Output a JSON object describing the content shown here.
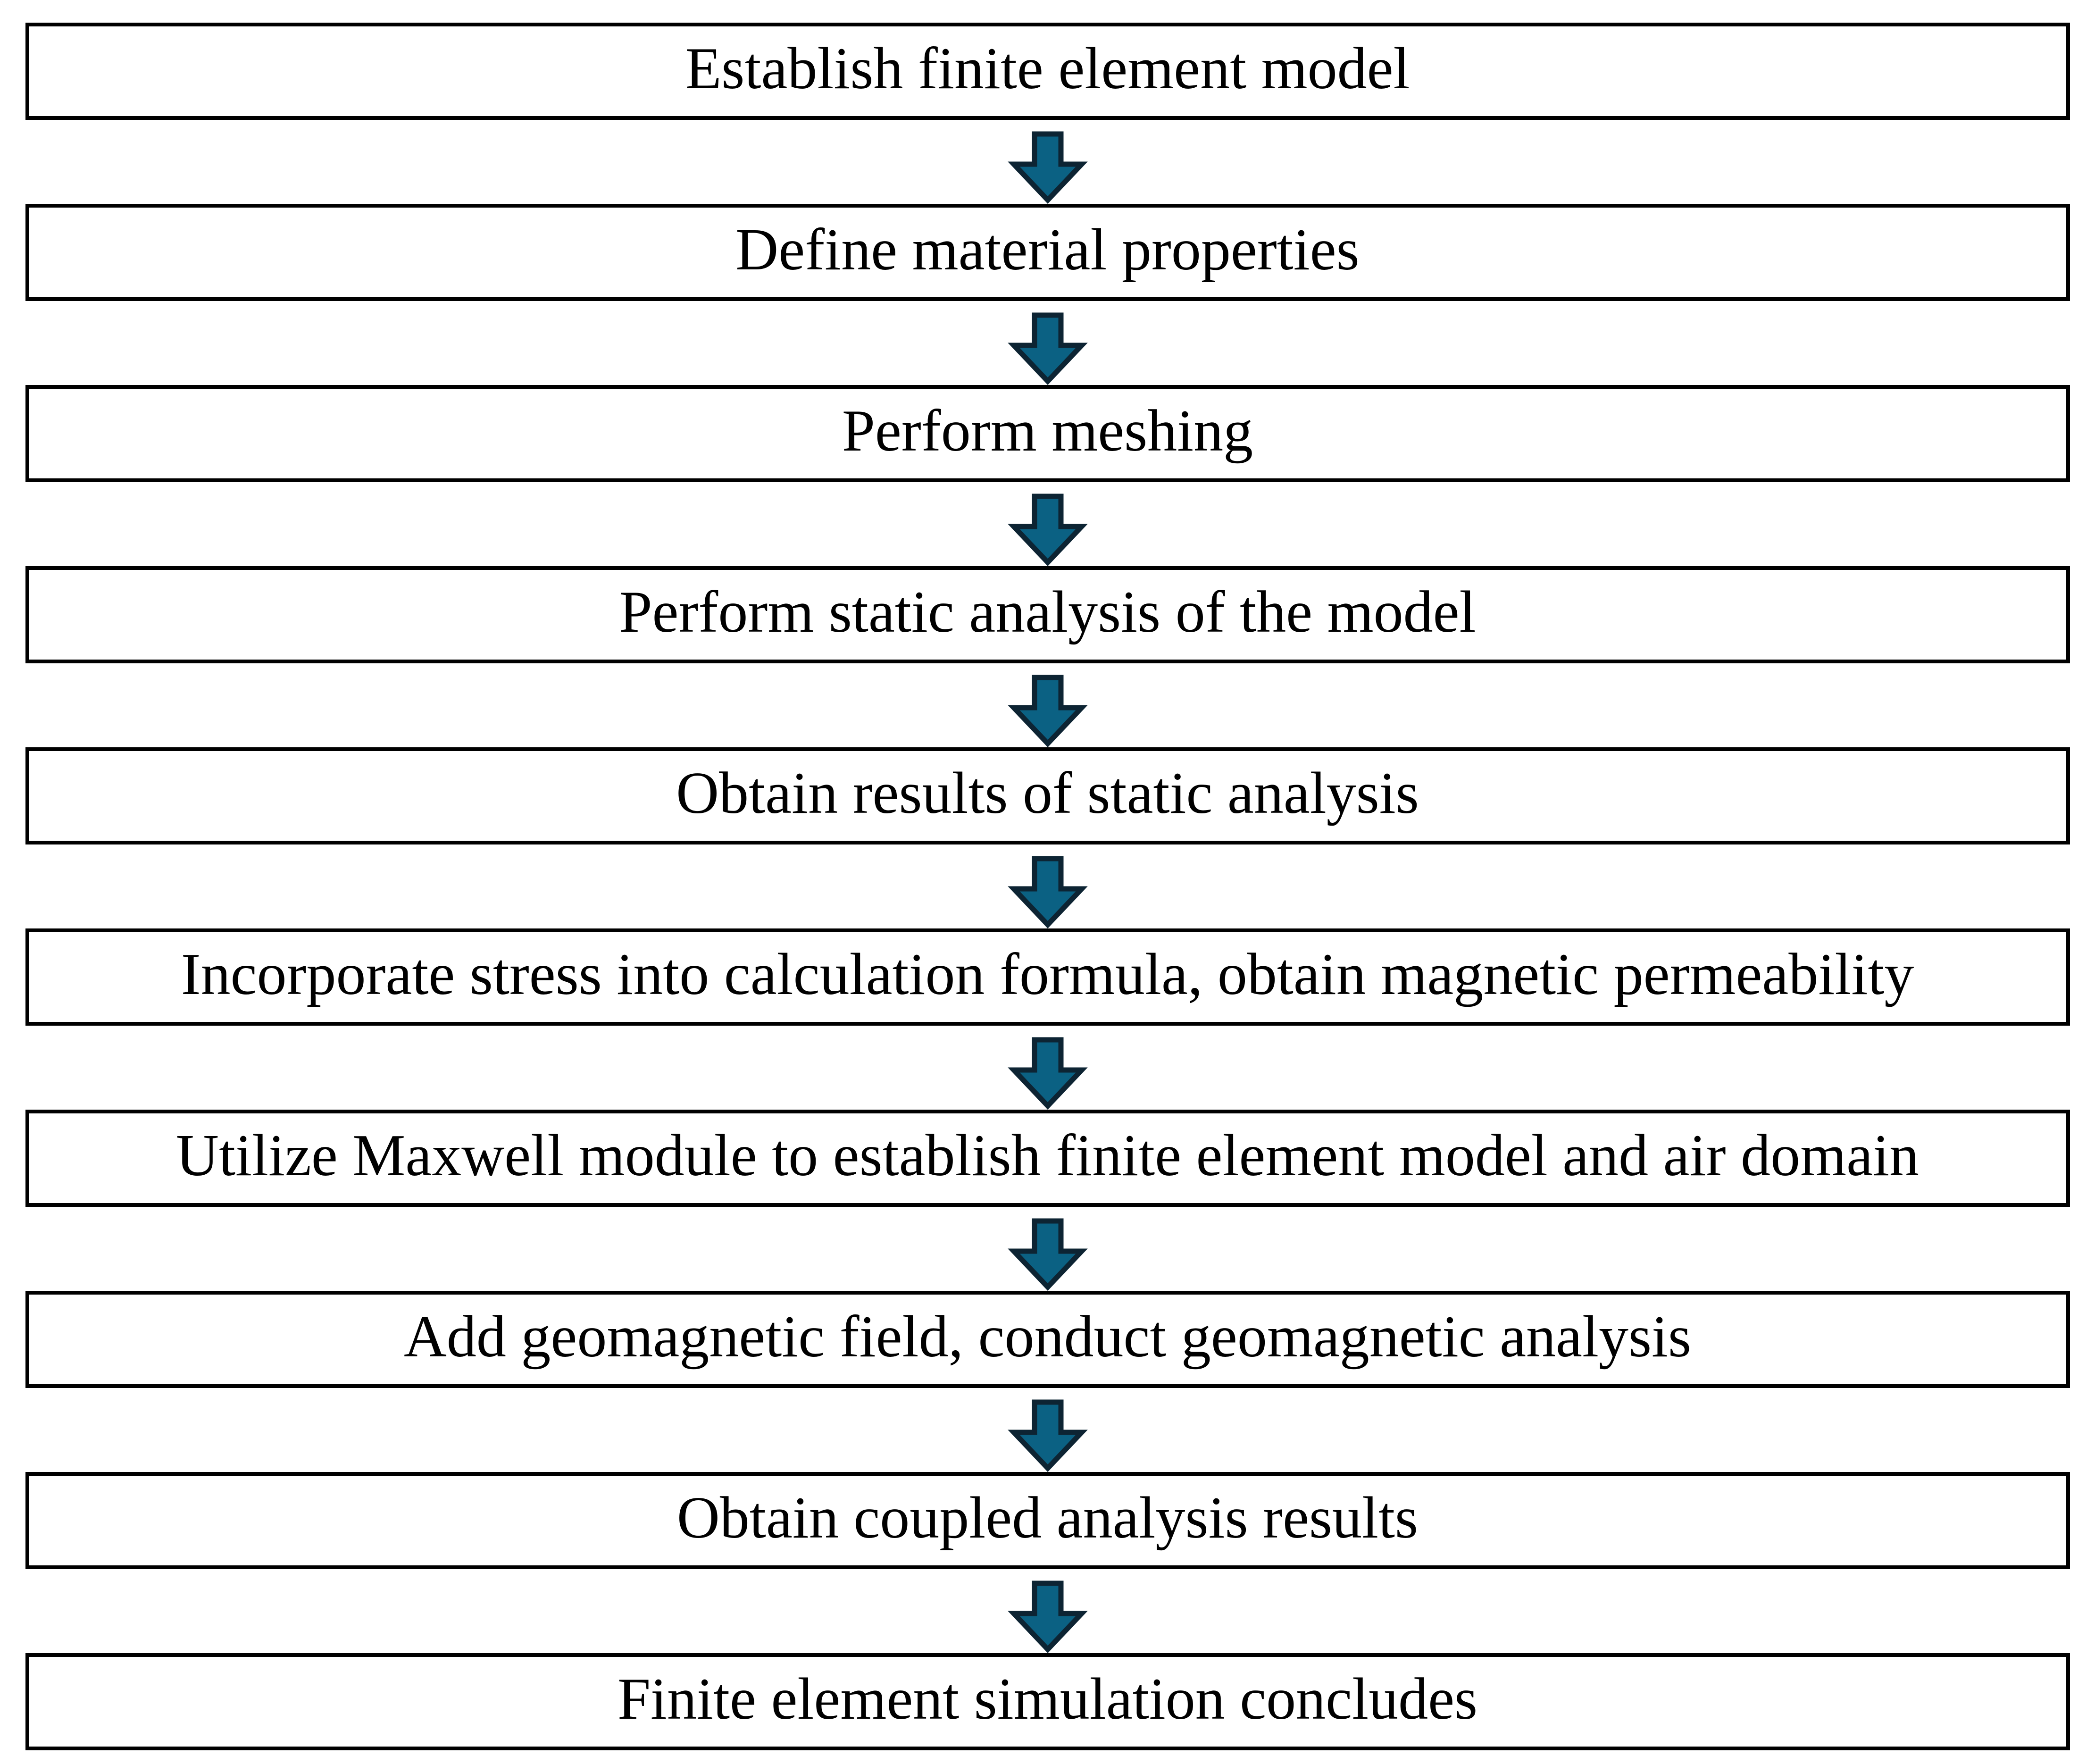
{
  "diagram": {
    "type": "flowchart",
    "direction": "top-down",
    "steps": [
      {
        "label": "Establish finite element model"
      },
      {
        "label": "Define material properties"
      },
      {
        "label": "Perform meshing"
      },
      {
        "label": "Perform static analysis of the model"
      },
      {
        "label": "Obtain results of static analysis"
      },
      {
        "label": "Incorporate stress into calculation formula, obtain magnetic permeability"
      },
      {
        "label": "Utilize Maxwell module to establish finite element model and air domain"
      },
      {
        "label": "Add geomagnetic field, conduct geomagnetic analysis"
      },
      {
        "label": "Obtain coupled analysis results"
      },
      {
        "label": "Finite element simulation concludes"
      }
    ],
    "connector": {
      "shape": "block-down-arrow",
      "fill": "#0B6183",
      "outline": "#0D2433"
    },
    "box_style": {
      "border_color": "#000000",
      "background": "#FFFFFF",
      "text_color": "#000000"
    }
  }
}
